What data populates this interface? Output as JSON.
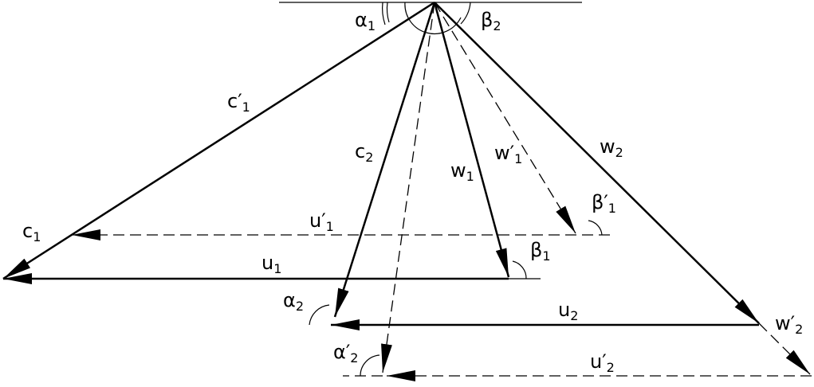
{
  "labels": {
    "alpha1": {
      "main": "α",
      "sub": "1"
    },
    "beta2": {
      "main": "β",
      "sub": "2"
    },
    "c1prime": {
      "main": "c′",
      "sub": "1"
    },
    "c2": {
      "main": "c",
      "sub": "2"
    },
    "w1": {
      "main": "w",
      "sub": "1"
    },
    "w1prime": {
      "main": "w′",
      "sub": "1"
    },
    "w2": {
      "main": "w",
      "sub": "2"
    },
    "beta1prime": {
      "main": "β′",
      "sub": "1"
    },
    "u1prime": {
      "main": "u′",
      "sub": "1"
    },
    "c1": {
      "main": "c",
      "sub": "1"
    },
    "u1": {
      "main": "u",
      "sub": "1"
    },
    "beta1": {
      "main": "β",
      "sub": "1"
    },
    "alpha2": {
      "main": "α",
      "sub": "2"
    },
    "u2": {
      "main": "u",
      "sub": "2"
    },
    "w2prime": {
      "main": "w′",
      "sub": "2"
    },
    "alpha2prime": {
      "main": "α′",
      "sub": "2"
    },
    "u2prime": {
      "main": "u′",
      "sub": "2"
    }
  }
}
